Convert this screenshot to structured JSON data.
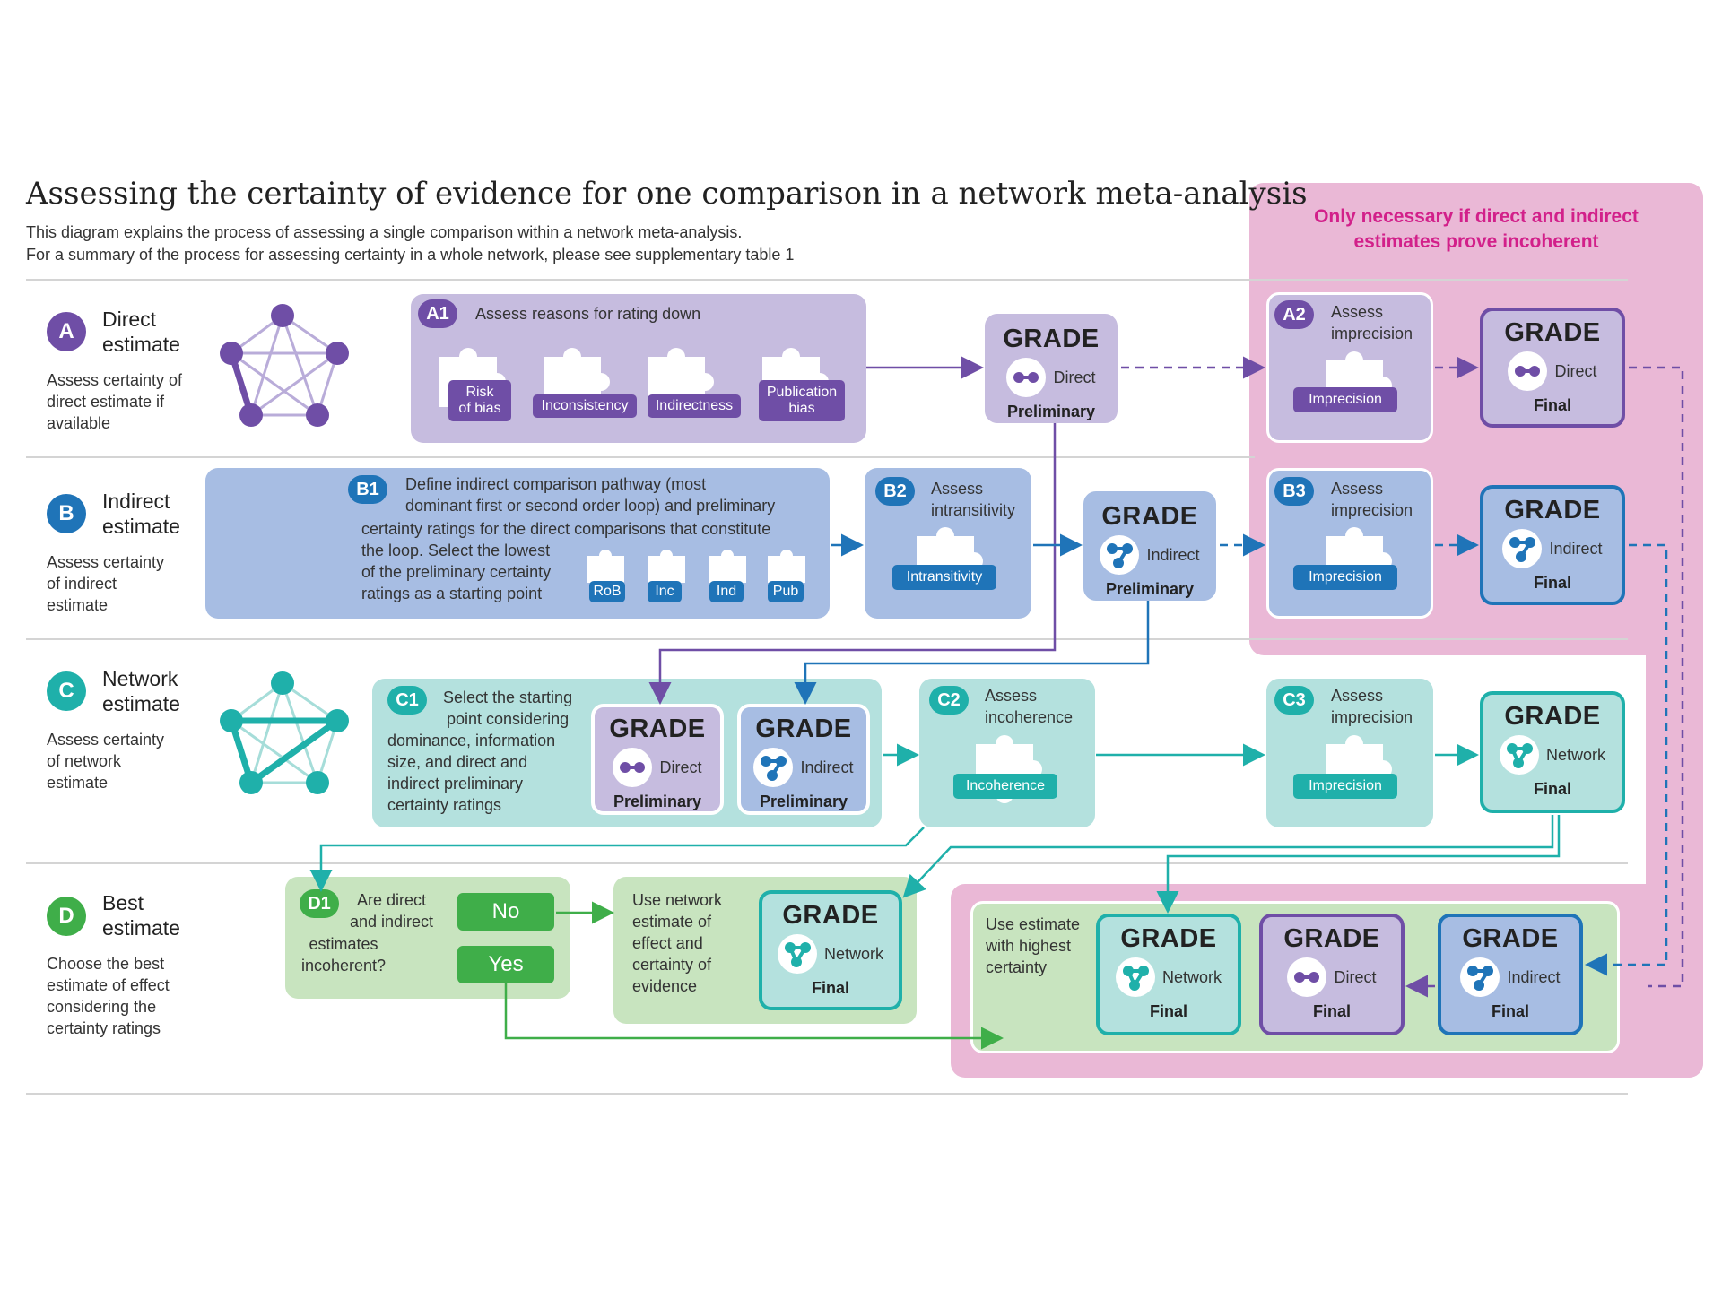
{
  "header": {
    "title": "Assessing the certainty of evidence for one comparison in a network meta-analysis",
    "subtitle_1": "This diagram explains the process of assessing a single comparison within a network meta-analysis.",
    "subtitle_2": "For a summary of the process for assessing certainty in a whole network, please see supplementary table 1"
  },
  "optional_note": "Only necessary if direct and indirect\nestimates prove incoherent",
  "colors": {
    "purple": "#6f4ea6",
    "blue": "#1f74b8",
    "teal": "#1fb0aa",
    "green": "#3fae49",
    "pink": "#e06fa8",
    "magenta": "#d2208a"
  },
  "rows": {
    "a": {
      "letter": "A",
      "title": "Direct\nestimate",
      "desc": "Assess certainty of\ndirect estimate if\navailable"
    },
    "b": {
      "letter": "B",
      "title": "Indirect\nestimate",
      "desc": "Assess certainty\nof indirect\nestimate"
    },
    "c": {
      "letter": "C",
      "title": "Network\nestimate",
      "desc": "Assess certainty\nof network\nestimate"
    },
    "d": {
      "letter": "D",
      "title": "Best\nestimate",
      "desc": "Choose the best\nestimate of effect\nconsidering the\ncertainty ratings"
    }
  },
  "a1": {
    "badge": "A1",
    "text": "Assess reasons for rating down",
    "pieces": [
      "Risk\nof bias",
      "Inconsistency",
      "Indirectness",
      "Publication\nbias"
    ]
  },
  "a2": {
    "badge": "A2",
    "text": "Assess\nimprecision",
    "piece": "Imprecision"
  },
  "b1": {
    "badge": "B1",
    "text_top": "Define indirect comparison pathway (most\ndominant first or second order loop) and preliminary",
    "text_mid": "certainty ratings for the direct comparisons that constitute",
    "text_bottom": "the loop. Select the lowest\nof the preliminary certainty\nratings as a starting point",
    "pieces": [
      "RoB",
      "Inc",
      "Ind",
      "Pub"
    ]
  },
  "b2": {
    "badge": "B2",
    "text": "Assess\nintransitivity",
    "piece": "Intransitivity"
  },
  "b3": {
    "badge": "B3",
    "text": "Assess\nimprecision",
    "piece": "Imprecision"
  },
  "c1": {
    "badge": "C1",
    "text_first": "Select the starting\npoint considering",
    "text_rest": "dominance, information\nsize, and direct and\nindirect preliminary\ncertainty ratings"
  },
  "c2": {
    "badge": "C2",
    "text": "Assess\nincoherence",
    "piece": "Incoherence"
  },
  "c3": {
    "badge": "C3",
    "text": "Assess\nimprecision",
    "piece": "Imprecision"
  },
  "d1": {
    "badge": "D1",
    "text_first": "Are direct\nand indirect",
    "text_rest": "estimates\nincoherent?",
    "no": "No",
    "yes": "Yes"
  },
  "use_network": "Use network\nestimate of\neffect and\ncertainty of\nevidence",
  "use_highest": "Use estimate\nwith highest\ncertainty",
  "grade": {
    "word": "GRADE",
    "direct": "Direct",
    "indirect": "Indirect",
    "network": "Network",
    "preliminary": "Preliminary",
    "final": "Final"
  }
}
